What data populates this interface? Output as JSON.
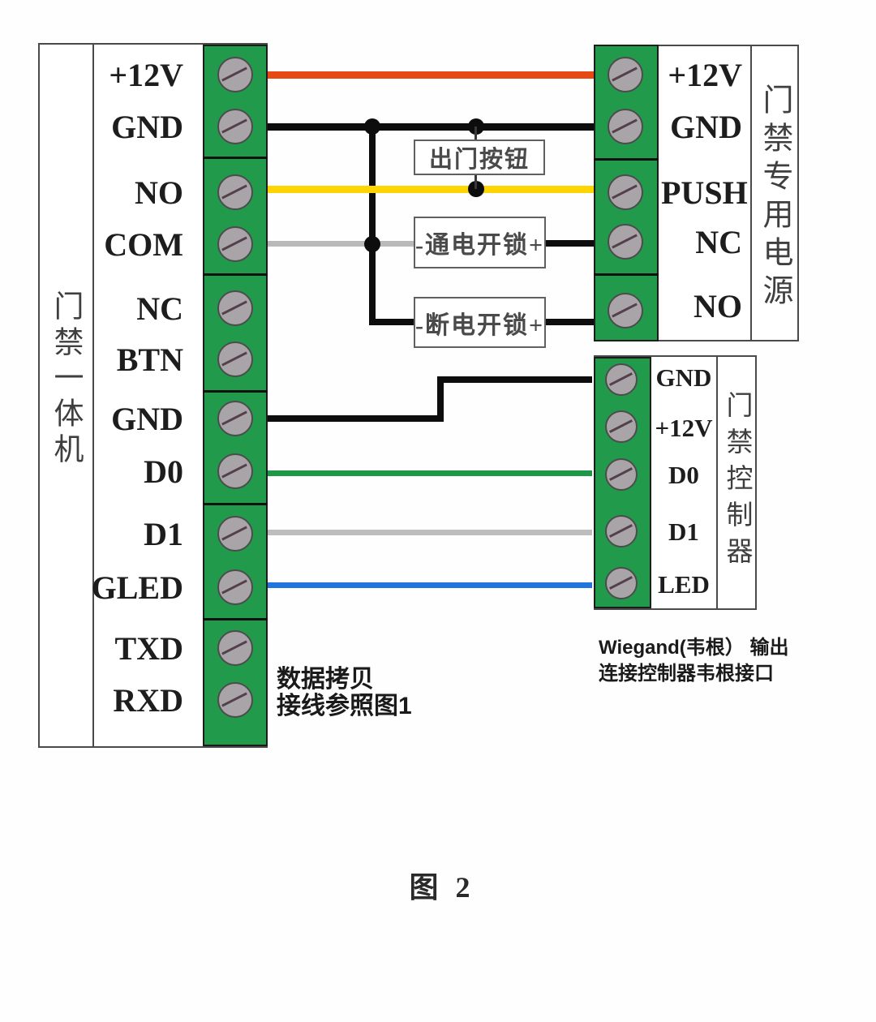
{
  "diagram": {
    "caption": "图 2",
    "left_device": {
      "title": "门禁一体机",
      "terminals": [
        "+12V",
        "GND",
        "NO",
        "COM",
        "NC",
        "BTN",
        "GND",
        "D0",
        "D1",
        "GLED",
        "TXD",
        "RXD"
      ]
    },
    "power_supply": {
      "title": "门禁专用电源",
      "terminals": [
        "+12V",
        "GND",
        "PUSH",
        "NC",
        "NO"
      ]
    },
    "controller": {
      "title": "门禁控制器",
      "terminals": [
        "GND",
        "+12V",
        "D0",
        "D1",
        "LED"
      ]
    },
    "component_boxes": {
      "exit_button": "出门按钮",
      "power_on_unlock": "-通电开锁+",
      "power_off_unlock": "-断电开锁+"
    },
    "notes": {
      "data_copy_line1": "数据拷贝",
      "data_copy_line2": "接线参照图1",
      "wiegand_line1": "Wiegand(韦根） 输出",
      "wiegand_line2": "连接控制器韦根接口"
    },
    "colors": {
      "terminal_green": "#229a4c",
      "screw_gray": "#a8a4a7",
      "wire_orange": "#e64a12",
      "wire_black": "#0d0d0d",
      "wire_yellow": "#fed500",
      "wire_gray": "#b9b9b9",
      "wire_green": "#1e9747",
      "wire_blue": "#2176dd"
    }
  }
}
